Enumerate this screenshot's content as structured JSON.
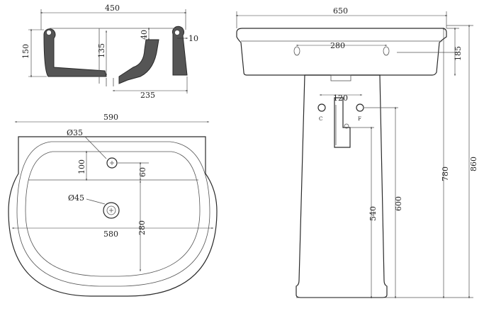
{
  "section_view": {
    "width_total": "450",
    "height_total": "150",
    "inner_depth": "135",
    "waste_offset": "40",
    "rim_thickness": "10",
    "bottom_width": "235"
  },
  "plan_view": {
    "overall_width": "590",
    "bowl_width": "580",
    "tap_hole_dia": "Ø35",
    "waste_dia": "Ø45",
    "tap_offset": "100",
    "overflow_offset": "60",
    "bowl_depth": "280"
  },
  "front_view": {
    "overall_width": "650",
    "tap_spacing": "280",
    "rim_height": "185",
    "pedestal_spacing": "120",
    "cold_label": "C",
    "hot_label": "F",
    "waste_height": "540",
    "supply_height": "600",
    "rim_top_height": "780",
    "overall_height": "860"
  }
}
